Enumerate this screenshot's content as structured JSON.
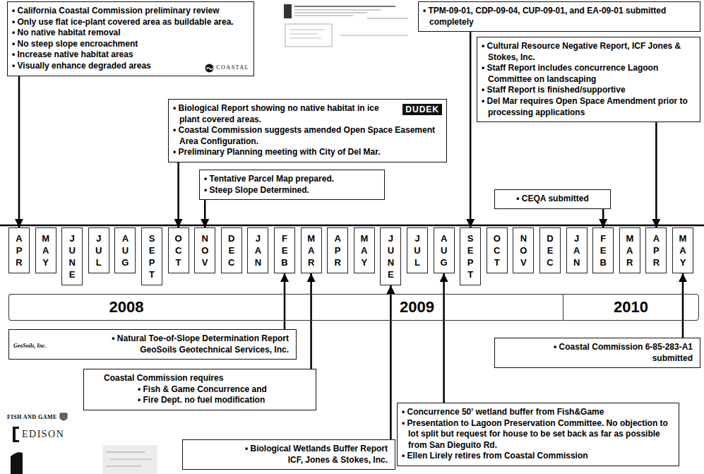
{
  "diagram": {
    "nodes": [
      {
        "text": [
          "• California Coastal Commission preliminary review",
          "• Only use flat ice-plant covered area as buildable area.",
          "• No native habitat removal",
          "• No steep slope encroachment",
          "• Increase native habitat areas",
          "• Visually enhance degraded areas"
        ]
      },
      {
        "text": [
          "• TPM-09-01, CDP-09-04, CUP-09-01, and EA-09-01 submitted completely"
        ]
      },
      {
        "text": [
          "• Cultural Resource Negative Report, ICF Jones & Stokes, Inc.",
          "• Staff Report includes concurrence Lagoon Committee on landscaping",
          "• Staff Report is finished/supportive",
          "• Del Mar requires Open Space Amendment prior to processing applications"
        ]
      },
      {
        "text": [
          "• Biological Report showing no native habitat in ice plant covered areas.",
          "• Coastal Commission suggests amended Open Space Easement Area Configuration.",
          "• Preliminary Planning meeting with City of Del Mar."
        ]
      },
      {
        "text": [
          "• Tentative Parcel Map prepared.",
          "• Steep Slope Determined."
        ]
      },
      {
        "text": [
          "• CEQA submitted"
        ]
      },
      {
        "text": [
          "APR"
        ]
      },
      {
        "text": [
          "MAY"
        ]
      },
      {
        "text": [
          "JUNE"
        ]
      },
      {
        "text": [
          "JUL"
        ]
      },
      {
        "text": [
          "AUG"
        ]
      },
      {
        "text": [
          "SEPT"
        ]
      },
      {
        "text": [
          "OCT"
        ]
      },
      {
        "text": [
          "NOV"
        ]
      },
      {
        "text": [
          "DEC"
        ]
      },
      {
        "text": [
          "JAN"
        ]
      },
      {
        "text": [
          "FEB"
        ]
      },
      {
        "text": [
          "MAR"
        ]
      },
      {
        "text": [
          "APR"
        ]
      },
      {
        "text": [
          "MAY"
        ]
      },
      {
        "text": [
          "JUNE"
        ]
      },
      {
        "text": [
          "JUL"
        ]
      },
      {
        "text": [
          "AUG"
        ]
      },
      {
        "text": [
          "SEPT"
        ]
      },
      {
        "text": [
          "OCT"
        ]
      },
      {
        "text": [
          "NOV"
        ]
      },
      {
        "text": [
          "DEC"
        ]
      },
      {
        "text": [
          "JAN"
        ]
      },
      {
        "text": [
          "FEB"
        ]
      },
      {
        "text": [
          "MAR"
        ]
      },
      {
        "text": [
          "APR"
        ]
      },
      {
        "text": [
          "MAY"
        ]
      },
      {
        "text": [
          "2008"
        ]
      },
      {
        "text": [
          "2009"
        ]
      },
      {
        "text": [
          "2010"
        ]
      },
      {
        "text": [
          "• Natural Toe-of-Slope Determination Report GeoSoils Geotechnical Services, Inc."
        ]
      },
      {
        "text": [
          "• Coastal Commission 6-85-283-A1 submitted"
        ]
      },
      {
        "text": [
          "Coastal Commission requires",
          "• Fish & Game Concurrence and",
          "• Fire Dept. no fuel modification"
        ]
      },
      {
        "text": [
          "• Concurrence 50' wetland buffer from Fish&Game",
          "• Presentation to Lagoon Preservation Committee. No objection to lot split but request for house to be set back as far as possible from San Dieguito Rd.",
          "• Ellen Lirely retires from Coastal Commission"
        ]
      },
      {
        "text": [
          "• Biological Wetlands Buffer Report ICF, Jones & Stokes, Inc."
        ]
      }
    ],
    "edges": [
      {
        "from": 0,
        "to": 6,
        "arrow": "to"
      },
      {
        "from": 1,
        "to": 23,
        "arrow": "to"
      },
      {
        "from": 2,
        "to": 30,
        "arrow": "to"
      },
      {
        "from": 3,
        "to": 12,
        "arrow": "to"
      },
      {
        "from": 4,
        "to": 13,
        "arrow": "to"
      },
      {
        "from": 5,
        "to": 28,
        "arrow": "to"
      },
      {
        "from": 35,
        "to": 16,
        "arrow": "to"
      },
      {
        "from": 36,
        "to": 31,
        "arrow": "to"
      },
      {
        "from": 37,
        "to": 17,
        "arrow": "to"
      },
      {
        "from": 38,
        "to": 22,
        "arrow": "to"
      },
      {
        "from": 39,
        "to": 20,
        "arrow": "to"
      }
    ],
    "labels": [
      "COASTAL",
      "DUDEK",
      "GeoSoils, Inc.",
      "FISH AND GAME",
      "EDISON"
    ]
  }
}
